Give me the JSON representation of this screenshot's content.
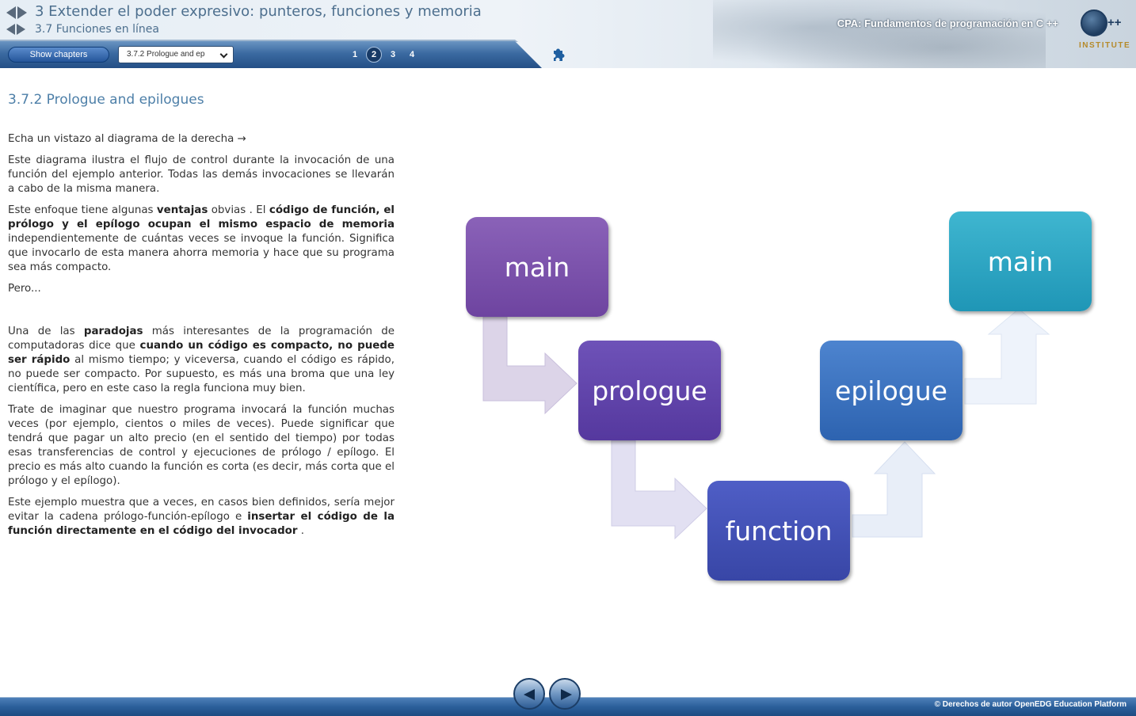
{
  "header": {
    "chapter_title": "3 Extender el poder expresivo: punteros, funciones y memoria",
    "section_title": "3.7 Funciones en línea",
    "course_title": "CPA: Fundamentos de programación en C ++",
    "logo": {
      "mark": "C++",
      "plus": "++",
      "subtitle": "INSTITUTE",
      "color_primary": "#1f3d60",
      "color_accent": "#b58a2a"
    }
  },
  "toolbar": {
    "show_chapters_label": "Show chapters",
    "section_select_value": "3.7.2 Prologue and ep",
    "pages": [
      "1",
      "2",
      "3",
      "4"
    ],
    "active_page": "2",
    "puzzle_icon": "puzzle-icon"
  },
  "content": {
    "page_title": "3.7.2 Prologue and epilogues",
    "p1": "Echa un vistazo al diagrama de la derecha →",
    "p2": "Este diagrama ilustra el flujo de control durante la invocación de una función del ejemplo anterior. Todas las demás invocaciones se llevarán a cabo de la misma manera.",
    "p3": {
      "t1": "Este enfoque tiene algunas ",
      "b1": "ventajas",
      "t2": " obvias . El ",
      "b2": "código de función, el prólogo y el epílogo ocupan el mismo espacio de memoria",
      "t3": " independientemente de cuántas veces se invoque la función. Significa que invocarlo de esta manera ahorra memoria y hace que su programa sea más compacto."
    },
    "p4": "Pero...",
    "p5": {
      "t1": "Una de las ",
      "b1": "paradojas",
      "t2": " más interesantes de la programación de computadoras dice que ",
      "b2": "cuando un código es compacto, no puede ser rápido",
      "t3": " al mismo tiempo; y viceversa, cuando el código es rápido, no puede ser compacto. Por supuesto, es más una broma que una ley científica, pero en este caso la regla funciona muy bien."
    },
    "p6": "Trate de imaginar que nuestro programa invocará la función muchas veces (por ejemplo, cientos o miles de veces). Puede significar que tendrá que pagar un alto precio (en el sentido del tiempo) por todas esas transferencias de control y ejecuciones de prólogo / epílogo. El precio es más alto cuando la función es corta (es decir, más corta que el prólogo y el epílogo).",
    "p7": {
      "t1": "Este ejemplo muestra que a veces, en casos bien definidos, sería mejor evitar la cadena prólogo-función-epílogo e ",
      "b1": "insertar el código de la función directamente en el código del invocador",
      "t2": " ."
    }
  },
  "diagram": {
    "nodes": [
      "main",
      "prologue",
      "function",
      "epilogue",
      "main"
    ],
    "colors": [
      "#7a52ac",
      "#6246a8",
      "#4552b4",
      "#3c73c0",
      "#2ca5c2"
    ],
    "arrow_colors": [
      "#dcd4e8",
      "#e2e0f2",
      "#e8eef8",
      "#eef3fb"
    ]
  },
  "footer": {
    "copyright": "© Derechos de autor OpenEDG Education Platform"
  }
}
